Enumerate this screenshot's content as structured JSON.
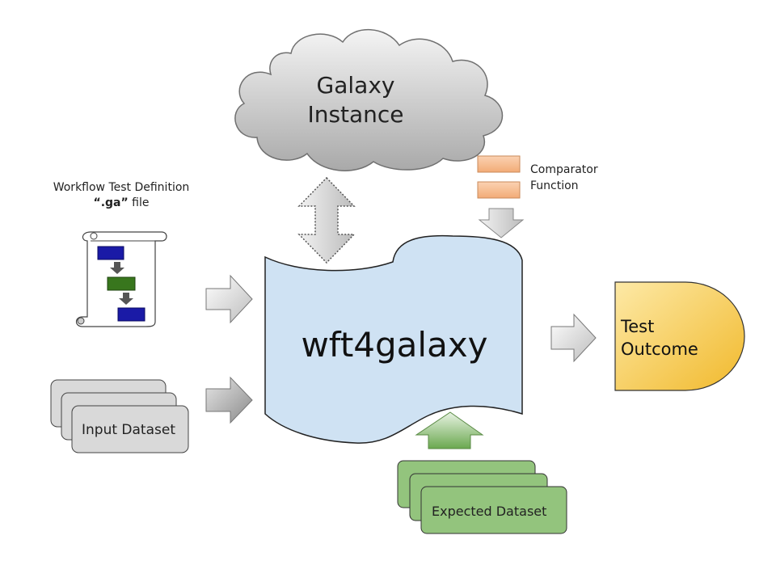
{
  "cloud": {
    "line1": "Galaxy",
    "line2": "Instance"
  },
  "workflow_def": {
    "line1": "Workflow Test Definition",
    "ext": "“.ga”",
    "suffix": " file"
  },
  "comparator": {
    "line1": "Comparator",
    "line2": "Function"
  },
  "engine": {
    "label": "wft4galaxy"
  },
  "input": {
    "label": "Input Dataset"
  },
  "expected": {
    "label": "Expected Dataset"
  },
  "outcome": {
    "line1": "Test",
    "line2": "Outcome"
  },
  "colors": {
    "engine_fill": "#cfe2f3",
    "cloud_fill": "#c9c9c9",
    "input_fill": "#d9d9d9",
    "expected_fill": "#93c47d",
    "comparator_fill": "#f6b26b",
    "outcome_fill": "#f6c342",
    "flow_blue": "#1a1aa6",
    "flow_green": "#38761d"
  }
}
